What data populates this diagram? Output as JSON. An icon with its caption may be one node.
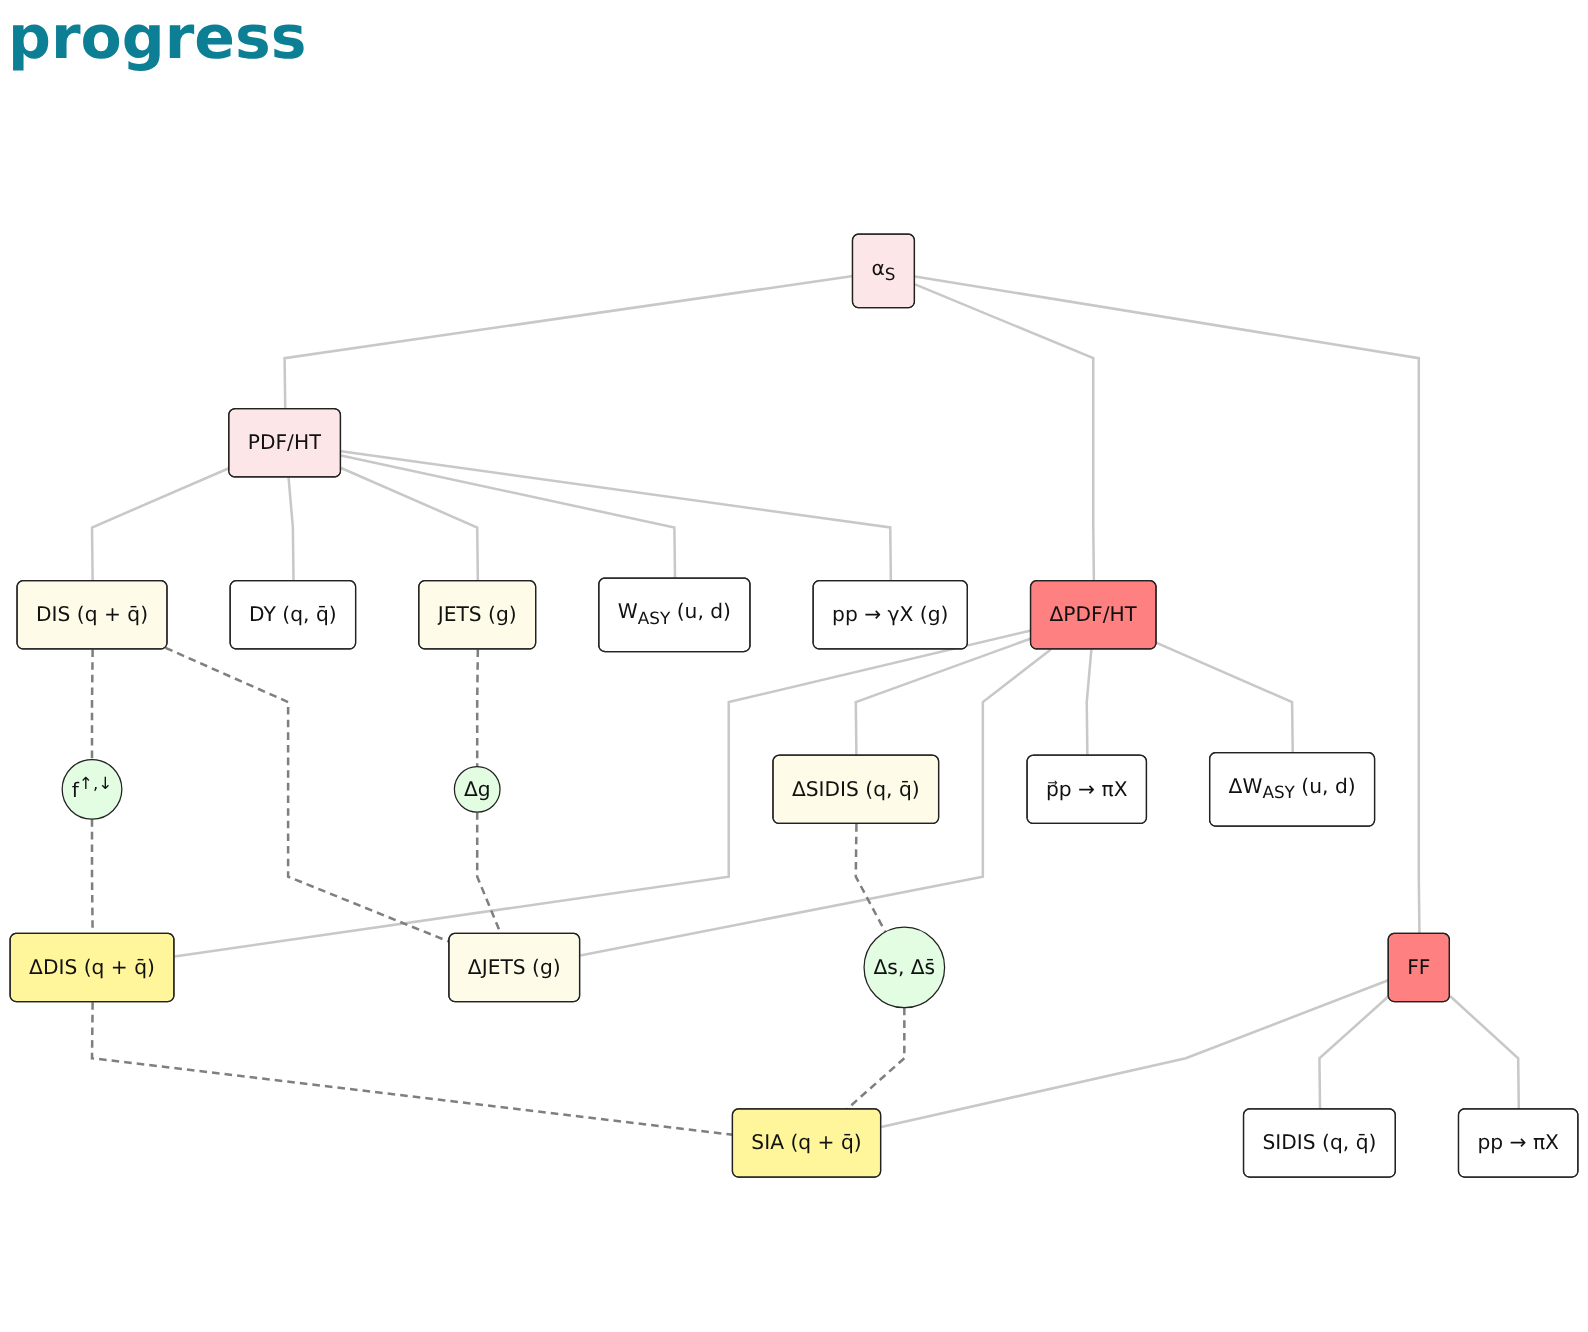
{
  "diagram": {
    "title": "progress",
    "nodes": [
      {
        "text": [
          "α$_{S}$"
        ]
      },
      {
        "text": [
          "PDF/HT"
        ]
      },
      {
        "text": [
          "ΔPDF/HT"
        ]
      },
      {
        "text": [
          "FF"
        ]
      },
      {
        "text": [
          "DIS (q + q̄)"
        ]
      },
      {
        "text": [
          "f$^{↑,↓}$"
        ]
      },
      {
        "text": [
          "ΔDIS (q + q̄)"
        ]
      },
      {
        "text": [
          "SIA (q + q̄)"
        ]
      },
      {
        "text": [
          "DY (q, q̄)"
        ]
      },
      {
        "text": [
          "Δs, Δs̄"
        ]
      },
      {
        "text": [
          "ΔSIDIS (q, q̄)"
        ]
      },
      {
        "text": [
          "SIDIS (q, q̄)"
        ]
      },
      {
        "text": [
          "JETS (g)"
        ]
      },
      {
        "text": [
          "Δg"
        ]
      },
      {
        "text": [
          "ΔJETS (g)"
        ]
      },
      {
        "text": [
          "pp → πX"
        ]
      },
      {
        "text": [
          "W$_{ASY}$ (u, d)"
        ]
      },
      {
        "text": [
          "p⃗p → πX"
        ]
      },
      {
        "text": [
          "pp → γX (g)"
        ]
      },
      {
        "text": [
          "ΔW$_{ASY}$ (u, d)"
        ]
      }
    ],
    "edges": [
      {
        "from": 0,
        "to": 1,
        "arrow": "none"
      },
      {
        "from": 0,
        "to": 2,
        "arrow": "none"
      },
      {
        "from": 0,
        "to": 3,
        "arrow": "none"
      },
      {
        "from": 1,
        "to": 4,
        "arrow": "none"
      },
      {
        "from": 1,
        "to": 8,
        "arrow": "none"
      },
      {
        "from": 1,
        "to": 12,
        "arrow": "none"
      },
      {
        "from": 1,
        "to": 16,
        "arrow": "none"
      },
      {
        "from": 1,
        "to": 18,
        "arrow": "none"
      },
      {
        "from": 2,
        "to": 6,
        "arrow": "none"
      },
      {
        "from": 2,
        "to": 10,
        "arrow": "none"
      },
      {
        "from": 2,
        "to": 14,
        "arrow": "none"
      },
      {
        "from": 2,
        "to": 17,
        "arrow": "none"
      },
      {
        "from": 2,
        "to": 19,
        "arrow": "none"
      },
      {
        "from": 3,
        "to": 7,
        "arrow": "none"
      },
      {
        "from": 3,
        "to": 11,
        "arrow": "none"
      },
      {
        "from": 3,
        "to": 15,
        "arrow": "none"
      },
      {
        "from": 4,
        "to": 5,
        "arrow": "none",
        "style": "dashed",
        "color": "#7f7f7f"
      },
      {
        "from": 5,
        "to": 6,
        "arrow": "none",
        "style": "dashed",
        "color": "#7f7f7f"
      },
      {
        "from": 6,
        "to": 7,
        "arrow": "none",
        "style": "dashed",
        "color": "#7f7f7f"
      },
      {
        "from": 4,
        "to": 14,
        "arrow": "none",
        "style": "dashed",
        "color": "#7f7f7f"
      },
      {
        "from": 10,
        "to": 9,
        "arrow": "none",
        "style": "dashed",
        "color": "#7f7f7f"
      },
      {
        "from": 9,
        "to": 7,
        "arrow": "none",
        "style": "dashed",
        "color": "#7f7f7f"
      },
      {
        "from": 12,
        "to": 13,
        "arrow": "none",
        "style": "dashed",
        "color": "#7f7f7f"
      },
      {
        "from": 13,
        "to": 14,
        "arrow": "none",
        "style": "dashed",
        "color": "#7f7f7f"
      }
    ]
  }
}
